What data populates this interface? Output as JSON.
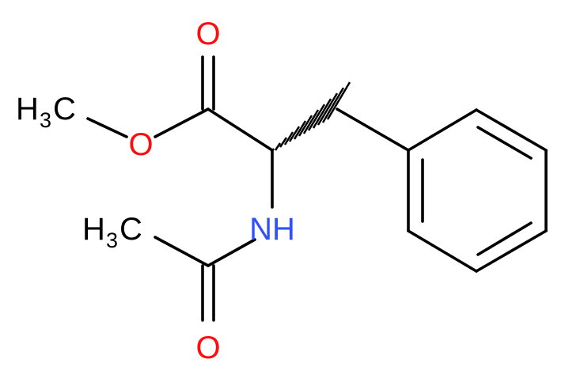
{
  "molecule": {
    "labels": {
      "o_carbonyl_ester": "O",
      "o_ester": "O",
      "o_carbonyl_amide": "O",
      "nh": "NH",
      "ch3_methoxy": {
        "main": "H",
        "sub": "3",
        "tail": "C"
      },
      "ch3_acetyl": {
        "main": "H",
        "sub": "3",
        "tail": "C"
      }
    },
    "colors": {
      "oxygen": "#ff0d0d",
      "nitrogen": "#3050f8",
      "carbon": "#000000",
      "background": "#ffffff"
    }
  }
}
